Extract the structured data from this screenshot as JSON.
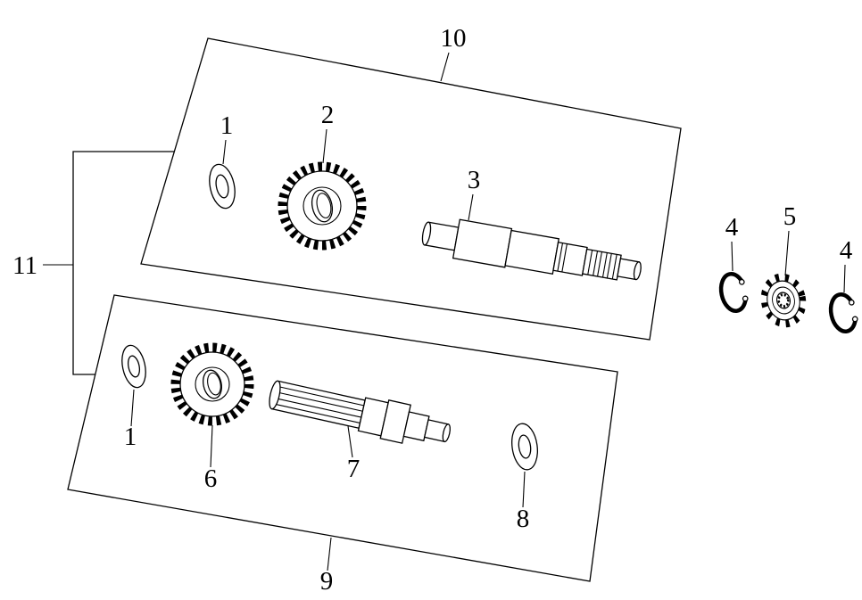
{
  "diagram": {
    "colors": {
      "background": "#ffffff",
      "line": "#000000"
    },
    "panels": {
      "upper": {
        "callout": "10"
      },
      "lower": {
        "callout": "9"
      },
      "bracket": {
        "callout": "11"
      }
    },
    "parts": {
      "washer_upper": {
        "callout": "1"
      },
      "gear_upper": {
        "callout": "2"
      },
      "shaft_upper": {
        "callout": "3"
      },
      "circlip_left": {
        "callout": "4"
      },
      "sprocket": {
        "callout": "5"
      },
      "gear_lower": {
        "callout": "6"
      },
      "shaft_lower": {
        "callout": "7"
      },
      "washer_right": {
        "callout": "8"
      },
      "washer_lower": {
        "callout": "1"
      },
      "circlip_right": {
        "callout": "4"
      }
    }
  }
}
